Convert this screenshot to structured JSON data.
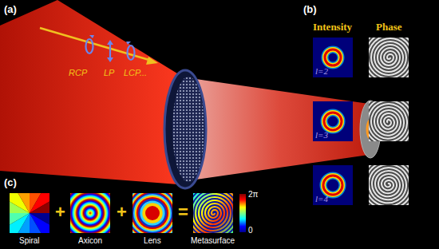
{
  "diagram": {
    "labels": [
      "(a)",
      "RCP",
      "LP",
      "LCP...",
      "(b)",
      "Intensity",
      "Phase",
      "l=2",
      "l=3",
      "l=4",
      "(c)",
      "Spiral",
      "+",
      "Axicon",
      "+",
      "Lens",
      "=",
      "Metasurface",
      "2π",
      "0"
    ]
  }
}
